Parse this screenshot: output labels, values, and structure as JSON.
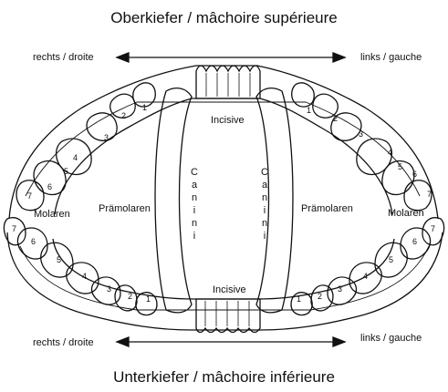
{
  "titles": {
    "top": "Oberkiefer /  mâchoire supérieure",
    "bottom": "Unterkiefer / mâchoire inférieure"
  },
  "directions": {
    "right": "rechts / droite",
    "left": "links / gauche"
  },
  "regions": {
    "incisive": "Incisive",
    "canini": [
      "C",
      "a",
      "n",
      "i",
      "n",
      "i"
    ],
    "praemolaren": "Prämolaren",
    "molaren": "Molaren"
  },
  "tooth_numbers": {
    "upper_right": [
      "1",
      "2",
      "3",
      "4",
      "5",
      "6",
      "7"
    ],
    "upper_left": [
      "1",
      "2",
      "3",
      "4",
      "5",
      "6",
      "7"
    ],
    "lower_right": [
      "1",
      "2",
      "3",
      "4",
      "5",
      "6",
      "7"
    ],
    "lower_left": [
      "1",
      "2",
      "3",
      "4",
      "5",
      "6",
      "7"
    ]
  },
  "colors": {
    "ink": "#111111",
    "background": "#ffffff"
  }
}
